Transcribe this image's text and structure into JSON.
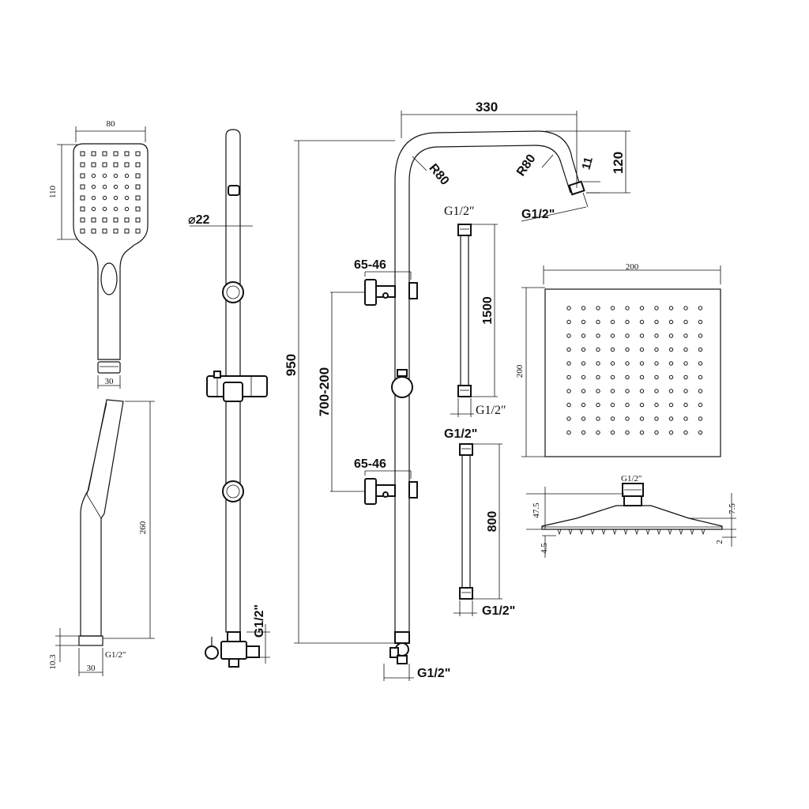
{
  "hand_shower_front": {
    "width_label": "80",
    "height_label": "110",
    "neck_label": "30"
  },
  "hand_shower_side": {
    "length_label": "260",
    "base_label": "10.3",
    "thread_label": "G1/2″",
    "bottom_label": "30"
  },
  "slide_rail": {
    "diameter_label": "⌀22",
    "thread_label": "G1/2\""
  },
  "riser": {
    "arm_length_label": "330",
    "arm_drop_label": "120",
    "nozzle_label": "11",
    "bend_left_label": "R80",
    "bend_right_label": "R80",
    "arm_thread_label": "G1/2\"",
    "total_height_label": "950",
    "bracket_top_label": "65-46",
    "bracket_bottom_label": "65-46",
    "bracket_spacing_label": "700-200",
    "inlet_label": "G1/2\""
  },
  "hose_long": {
    "top_label": "G1/2″",
    "length_label": "1500",
    "bottom_label": "G1/2″"
  },
  "hose_short": {
    "top_label": "G1/2\"",
    "length_label": "800",
    "bottom_label": "G1/2\""
  },
  "rain_head_top": {
    "width_label": "200",
    "height_label": "200"
  },
  "rain_head_side": {
    "thread_label": "G1/2″",
    "height_label": "47.5",
    "base_label": "4.5",
    "plate_label": "7.5",
    "edge_label": "2"
  }
}
